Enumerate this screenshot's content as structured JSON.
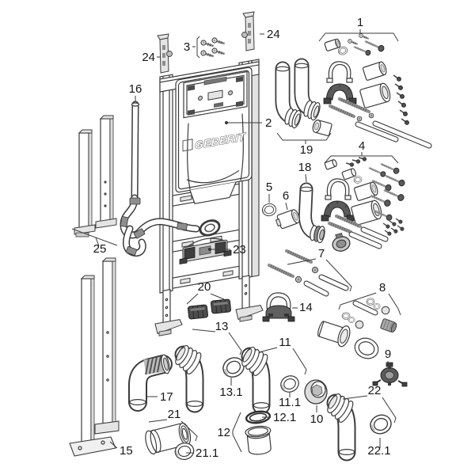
{
  "diagram": {
    "brand_label": "GEBERIT",
    "colors": {
      "ink": "#3b3b3b",
      "dark_part": "#4d4d4d",
      "metal": "#8f8f8f",
      "paper": "#ffffff"
    },
    "callouts": {
      "n1": "1",
      "n2": "2",
      "n3": "3",
      "n4": "4",
      "n5": "5",
      "n6": "6",
      "n7": "7",
      "n8": "8",
      "n9": "9",
      "n10": "10",
      "n11": "11",
      "n11_1": "11.1",
      "n12": "12",
      "n12_1": "12.1",
      "n13": "13",
      "n13_1": "13.1",
      "n14": "14",
      "n15": "15",
      "n16": "16",
      "n17": "17",
      "n18": "18",
      "n19": "19",
      "n20": "20",
      "n21": "21",
      "n21_1": "21.1",
      "n22": "22",
      "n22_1": "22.1",
      "n23": "23",
      "n24": "24",
      "n25": "25"
    }
  }
}
